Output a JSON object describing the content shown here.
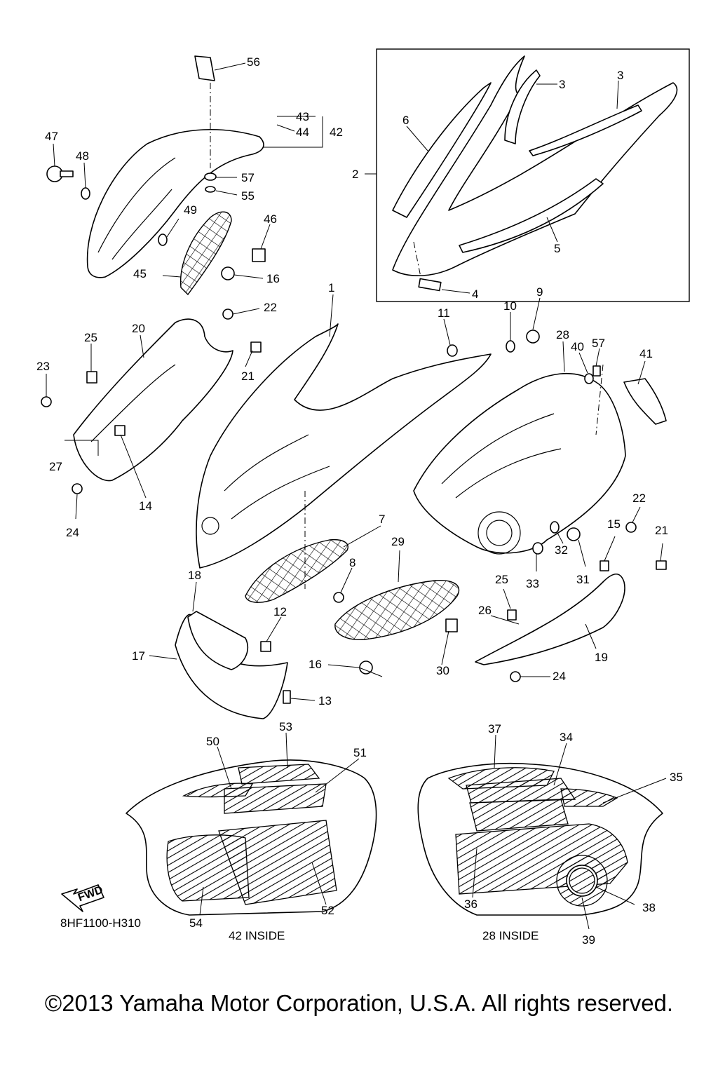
{
  "diagram": {
    "code": "8HF1100-H310",
    "fwd_label": "FWD",
    "views": {
      "left": "42 INSIDE",
      "right": "28 INSIDE"
    },
    "callouts": [
      "1",
      "2",
      "3",
      "3",
      "4",
      "5",
      "6",
      "7",
      "8",
      "9",
      "10",
      "11",
      "12",
      "13",
      "14",
      "15",
      "16",
      "16",
      "17",
      "18",
      "19",
      "20",
      "21",
      "21",
      "22",
      "22",
      "23",
      "24",
      "24",
      "25",
      "25",
      "26",
      "27",
      "28",
      "29",
      "30",
      "31",
      "32",
      "33",
      "34",
      "35",
      "36",
      "37",
      "38",
      "39",
      "40",
      "41",
      "42",
      "43",
      "44",
      "45",
      "46",
      "47",
      "48",
      "49",
      "50",
      "51",
      "52",
      "53",
      "54",
      "55",
      "56",
      "57",
      "57"
    ]
  },
  "footer": {
    "copyright": "©2013 Yamaha Motor Corporation, U.S.A. All rights reserved."
  }
}
